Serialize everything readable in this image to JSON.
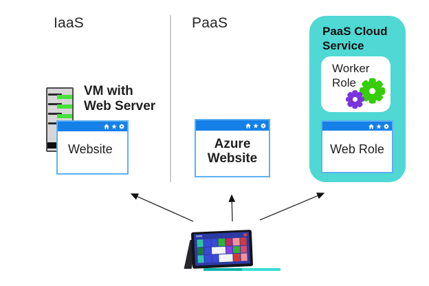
{
  "columns": {
    "iaas_label": "IaaS",
    "paas_label": "PaaS"
  },
  "iaas": {
    "server_label_line1": "VM with",
    "server_label_line2": "Web Server",
    "browser_title": "Website"
  },
  "paas": {
    "browser_title_line1": "Azure",
    "browser_title_line2": "Website"
  },
  "cloud_service": {
    "title": "PaaS Cloud Service",
    "worker_role_label": "Worker Role",
    "web_role_label": "Web Role"
  },
  "browser_chrome": {
    "icons": [
      "home-icon",
      "star-icon",
      "gear-icon"
    ]
  },
  "device": {
    "name": "tablet-client",
    "tiles": [
      {
        "c": "#2ec49e"
      },
      {
        "c": "#3a49d8"
      },
      {
        "c": "#3a49d8"
      },
      {
        "c": "#2fb334"
      },
      {
        "c": "#c2295f"
      },
      {
        "c": "#f2919e"
      },
      {
        "c": "#d03a3a"
      },
      {
        "c": "#1d7a3c"
      },
      {
        "c": "#3a49d8"
      },
      {
        "c": "#f4f4f4",
        "w": 2
      },
      {
        "c": "#8a41e8"
      },
      {
        "c": "#2fb334"
      },
      {
        "c": "#d84b6b"
      },
      {
        "c": "#2ec4b0"
      },
      {
        "c": "#3a49d8"
      },
      {
        "c": "#3a49d8"
      },
      {
        "c": "#f4f4f4",
        "w": 2
      },
      {
        "c": "#d03a3a"
      },
      {
        "c": "#f2919e"
      }
    ]
  },
  "colors": {
    "titlebar-blue": "#1480e8",
    "browser-border": "#5db0f2",
    "teal-panel": "#4fd8d4",
    "server-green": "#46e23c",
    "gear-green": "#35cd0c",
    "gear-purple": "#7a33dd",
    "arrow": "#333333",
    "divider": "#cccccc",
    "ink": "#1f1f1f",
    "screen-blue": "#2c3aa4",
    "keyboard-teal": "#38ddd4",
    "keyboard-teal-dark": "#10b3ad"
  }
}
